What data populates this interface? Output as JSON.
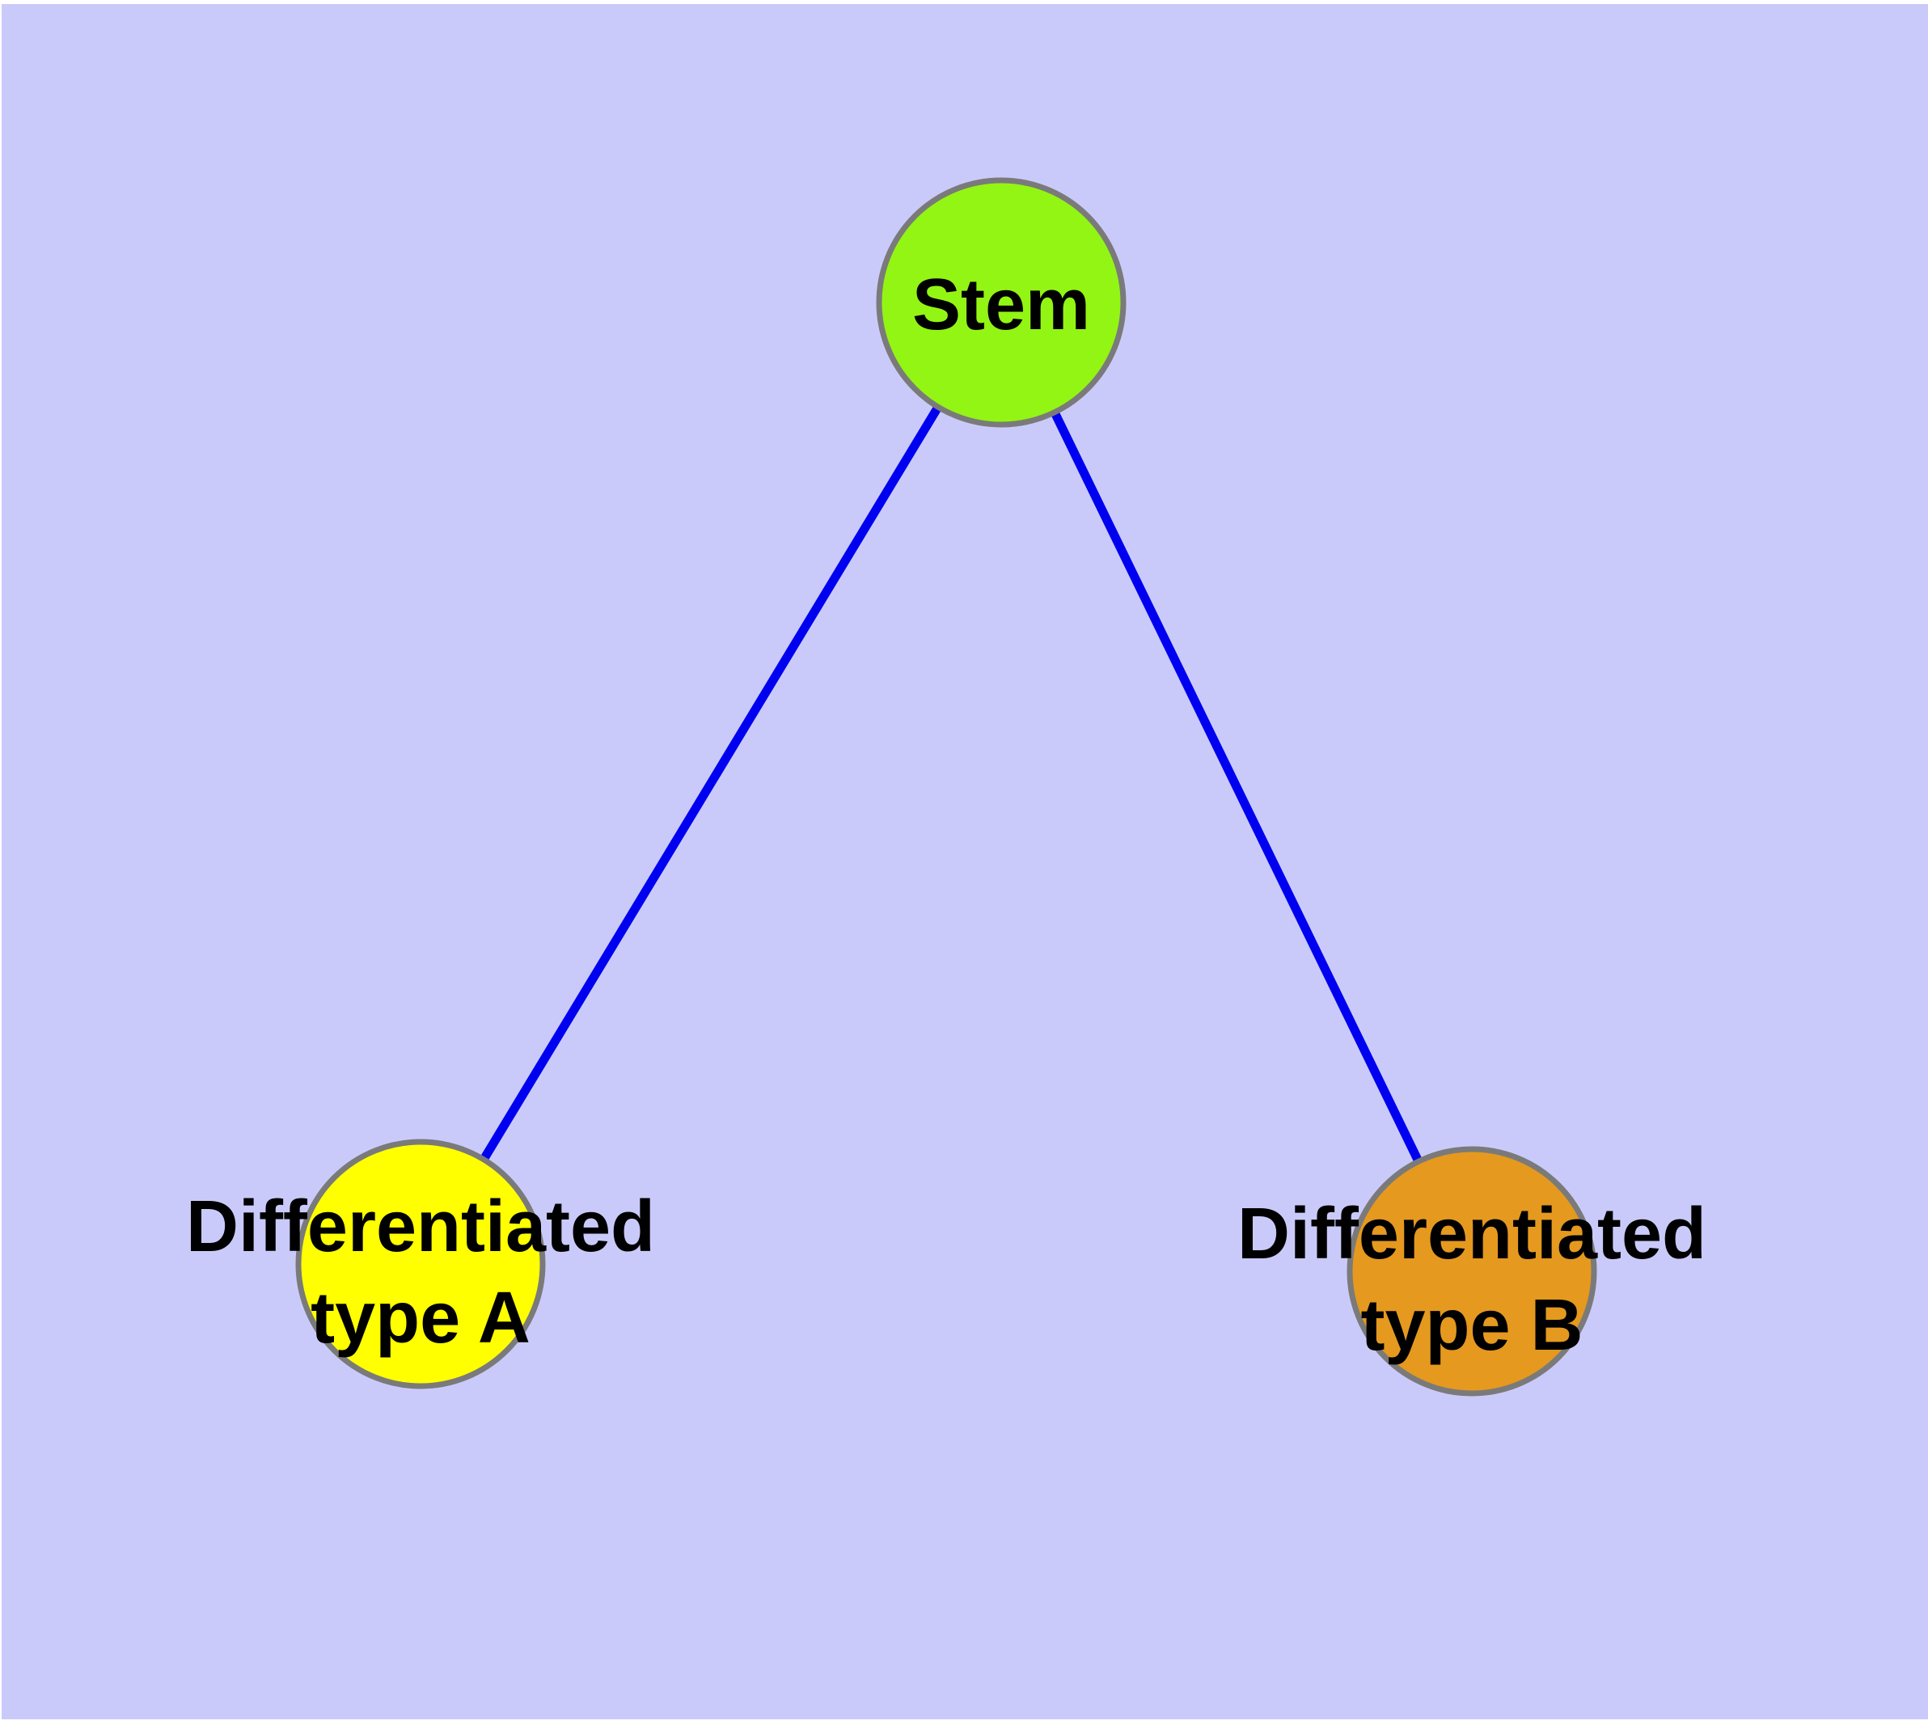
{
  "background": {
    "page_color": "#FFFFFF",
    "canvas_color": "#CACAFA"
  },
  "edge_style": {
    "color": "#0000F0"
  },
  "node_style": {
    "border_color": "#7A7A7A"
  },
  "nodes": {
    "stem": {
      "label": "Stem",
      "fill": "#93F513"
    },
    "type_a": {
      "line1": "Differentiated",
      "line2": "type A",
      "fill": "#FFFF00"
    },
    "type_b": {
      "line1": "Differentiated",
      "line2": "type B",
      "fill": "#E5991F"
    }
  },
  "graph": {
    "edges": [
      [
        "Stem",
        "Differentiated type A"
      ],
      [
        "Stem",
        "Differentiated type B"
      ]
    ]
  }
}
